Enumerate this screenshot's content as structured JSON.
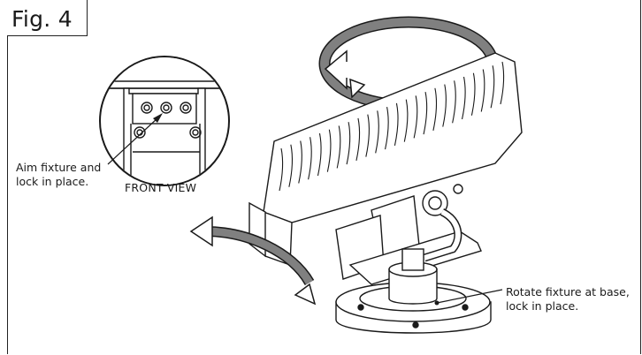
{
  "figure": {
    "label": "Fig. 4",
    "front_view_label": "FRONT VIEW",
    "callouts": {
      "aim": "Aim fixture and\nlock in place.",
      "rotate": "Rotate fixture at base,\nlock in place."
    },
    "colors": {
      "ink": "#1a1a1a",
      "arrow_fill": "#808080",
      "body_fill": "#ffffff"
    },
    "icons": [
      "rotate-arrow-icon",
      "tilt-arrow-icon"
    ]
  }
}
